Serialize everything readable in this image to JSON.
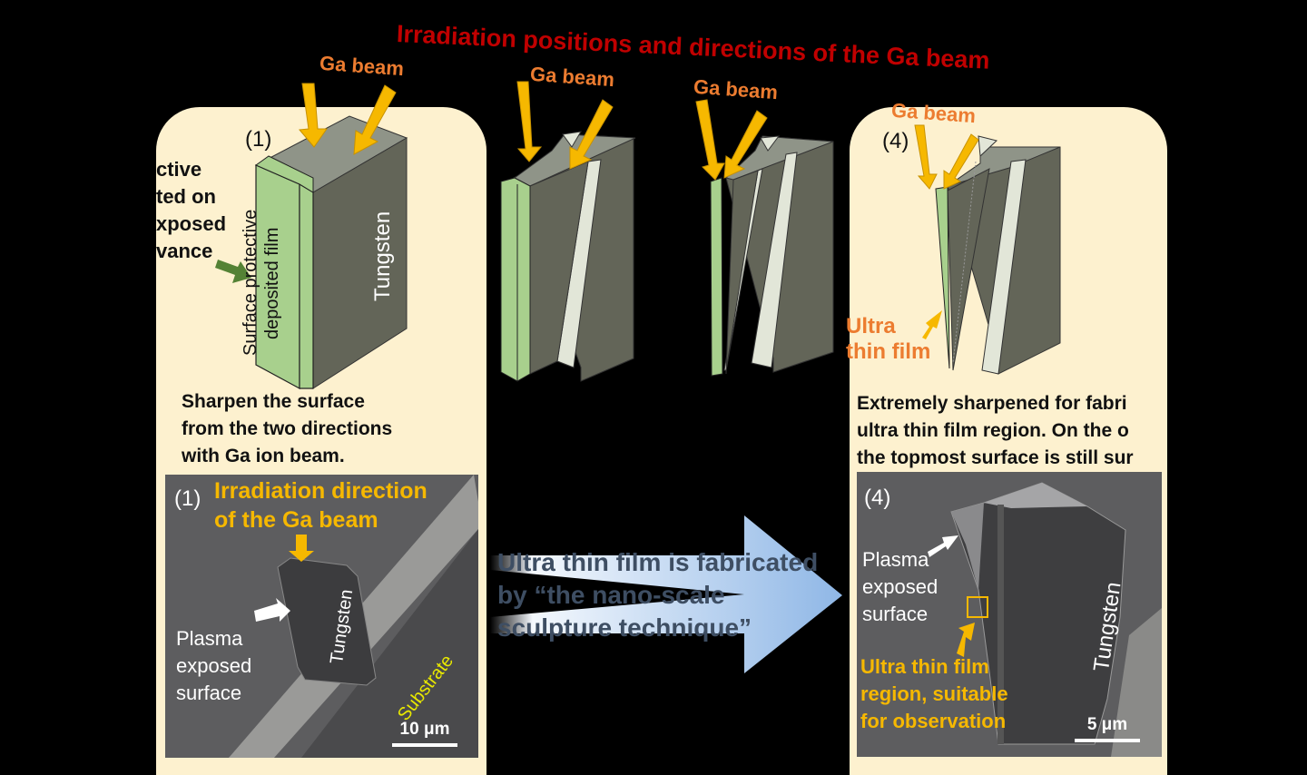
{
  "title": "Irradiation positions and directions of the Ga beam",
  "colors": {
    "title_red": "#c00000",
    "beam_label_orange": "#ec7c30",
    "beam_arrow_yellow": "#f6b800",
    "panel_bg": "#fdf1cf",
    "protective_film_green": "#a8d08d",
    "tungsten_gray": "#636558",
    "cut_face_light": "#e2e6d8",
    "big_arrow_blue": "#9dc3e6"
  },
  "beam_label": "Ga beam",
  "step1": {
    "number": "(1)",
    "left_partial_text": [
      "ctive",
      "ted on",
      "xposed",
      "vance"
    ],
    "film_label": [
      "Surface protective",
      "deposited film"
    ],
    "block_label": "Tungsten",
    "description": [
      "Sharpen the surface",
      "from the two directions",
      "with Ga ion beam."
    ],
    "sem": {
      "number": "(1)",
      "beam_annotation": [
        "Irradiation direction",
        "of the Ga beam"
      ],
      "block_label": "Tungsten",
      "surface_label": [
        "Plasma",
        "exposed",
        "surface"
      ],
      "substrate_label": "Substrate",
      "scale": "10 μm"
    }
  },
  "step4": {
    "number": "(4)",
    "thin_film_label": [
      "Ultra",
      "thin film"
    ],
    "description": [
      "Extremely sharpened for fabri",
      "ultra thin film region. On the o",
      "the topmost surface is still sur"
    ],
    "sem": {
      "number": "(4)",
      "surface_label": [
        "Plasma",
        "exposed",
        "surface"
      ],
      "block_label": "Tungsten",
      "region_label": [
        "Ultra thin film",
        "region, suitable",
        "for observation"
      ],
      "scale": "5 μm"
    }
  },
  "transition": {
    "text": [
      "Ultra thin film is fabricated",
      "by “the nano-scale",
      "sculpture technique”"
    ]
  }
}
